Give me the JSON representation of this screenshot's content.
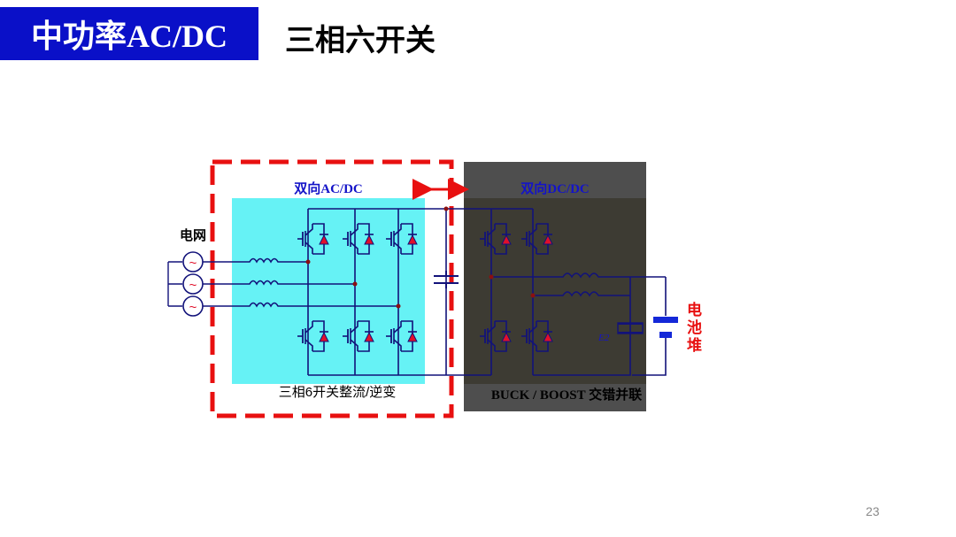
{
  "header": {
    "title": "中功率AC/DC",
    "subtitle": "三相六开关"
  },
  "diagram": {
    "acdc_label": "双向AC/DC",
    "dcdc_label": "双向DC/DC",
    "grid_label": "电网",
    "rectifier_label": "三相6开关整流/逆变",
    "buckboost_label": "BUCK / BOOST  交错并联",
    "capacitor_label": "E2",
    "battery_label": "电池堆",
    "colors": {
      "title_bg": "#0a10c8",
      "dashed_border": "#e81010",
      "acdc_fill": "#66f2f5",
      "dcdc_fill": "#4e4e4e",
      "wire": "#12127a",
      "diode": "#e0102a",
      "label_blue": "#1414c8",
      "battery_red": "#e81010"
    }
  },
  "footer": {
    "page_number": "23"
  }
}
